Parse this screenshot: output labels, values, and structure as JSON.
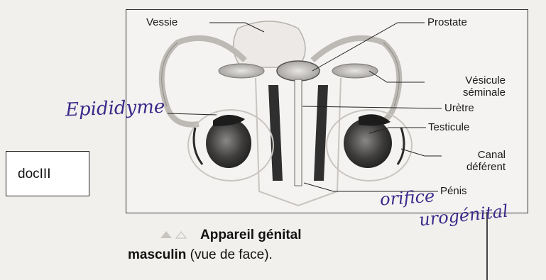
{
  "doc_label": "docIII",
  "labels": {
    "vessie": "Vessie",
    "prostate": "Prostate",
    "vesicule_line1": "Vésicule",
    "vesicule_line2": "séminale",
    "uretre": "Urètre",
    "testicule": "Testicule",
    "canal_line1": "Canal",
    "canal_line2": "déférent",
    "penis": "Pénis"
  },
  "handwritten": {
    "epididyme": "Epididyme",
    "orifice_line1": "orifice",
    "orifice_line2": "urogénital"
  },
  "caption": {
    "line1": "Appareil génital",
    "line2_bold": "masculin",
    "line2_rest": " (vue de face)."
  },
  "colors": {
    "handwriting": "#3a2a8a",
    "organ_dark": "#3b3b3b",
    "organ_light": "#d9d6d2"
  }
}
